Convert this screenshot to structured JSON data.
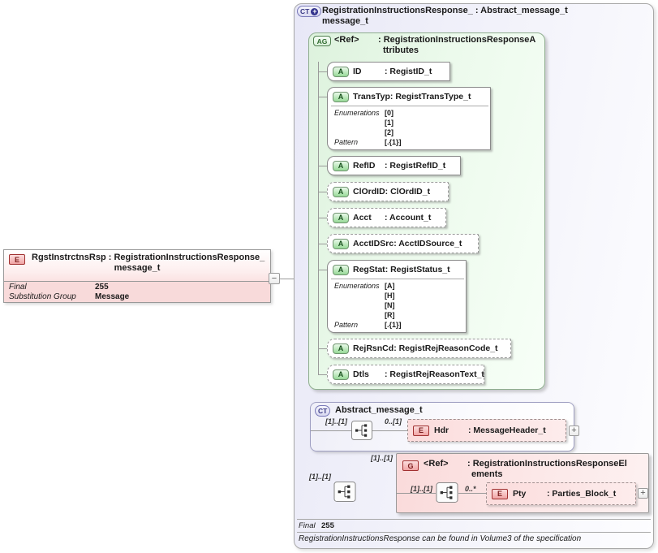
{
  "colors": {
    "element_pink": "#f0a4a4",
    "attribute_green": "#96d896",
    "complextype_lavender": "#e8e8f7",
    "group_pink_fill": "#fadada",
    "connector_gray": "#9a9a9a"
  },
  "root_element": {
    "badge": "E",
    "title_line1": "RgstInstrctnsRsp : RegistrationInstructionsResponse_",
    "title_line2": "message_t",
    "facets": [
      {
        "label": "Final",
        "value": "255"
      },
      {
        "label": "Substitution Group",
        "value": "Message"
      }
    ],
    "collapse_glyph": "−"
  },
  "main": {
    "badge": "CT",
    "badge_plus": "+",
    "title_line1": "RegistrationInstructionsResponse_ : Abstract_message_t",
    "title_line2": "message_t",
    "attribute_group": {
      "badge": "AG",
      "name": "<Ref>",
      "type_line1": ": RegistrationInstructionsResponseA",
      "type_line2": "ttributes",
      "attributes": [
        {
          "badge": "A",
          "name": "ID",
          "type_label": ": RegistID_t"
        },
        {
          "badge": "A",
          "name": "TransTyp",
          "type_label": ": RegistTransType_t",
          "facets": {
            "enum_label": "Enumerations",
            "enums": [
              "[0]",
              "[1]",
              "[2]"
            ],
            "pattern_label": "Pattern",
            "pattern": "[.{1}]"
          }
        },
        {
          "badge": "A",
          "name": "RefID",
          "type_label": ": RegistRefID_t"
        },
        {
          "badge": "A",
          "name": "ClOrdID",
          "type_label": ": ClOrdID_t"
        },
        {
          "badge": "A",
          "name": "Acct",
          "type_label": ": Account_t"
        },
        {
          "badge": "A",
          "name": "AcctIDSrc",
          "type_label": ": AcctIDSource_t"
        },
        {
          "badge": "A",
          "name": "RegStat",
          "type_label": ": RegistStatus_t",
          "facets": {
            "enum_label": "Enumerations",
            "enums": [
              "[A]",
              "[H]",
              "[N]",
              "[R]"
            ],
            "pattern_label": "Pattern",
            "pattern": "[.{1}]"
          }
        },
        {
          "badge": "A",
          "name": "RejRsnCd",
          "type_label": ": RegistRejReasonCode_t"
        },
        {
          "badge": "A",
          "name": "Dtls",
          "type_label": ": RegistRejReasonText_t"
        }
      ]
    },
    "base_type": {
      "badge": "CT",
      "title": "Abstract_message_t",
      "seq_cardinality": "[1]..[1]",
      "hdr": {
        "cardinality": "0..[1]",
        "badge": "E",
        "name": "Hdr",
        "type_label": ": MessageHeader_t",
        "expand_glyph": "+"
      }
    },
    "elements_group": {
      "outer_cardinality": "[1]..[1]",
      "group_cardinality": "[1]..[1]",
      "badge": "G",
      "name": "<Ref>",
      "type_line1": ": RegistrationInstructionsResponseEl",
      "type_line2": "ements",
      "seq_cardinality": "[1]..[1]",
      "pty": {
        "cardinality": "0..*",
        "badge": "E",
        "name": "Pty",
        "type_label": ": Parties_Block_t",
        "expand_glyph": "+"
      }
    },
    "footer": {
      "final_label": "Final",
      "final_value": "255",
      "note": "RegistrationInstructionsResponse can be found in Volume3 of the specification"
    }
  }
}
